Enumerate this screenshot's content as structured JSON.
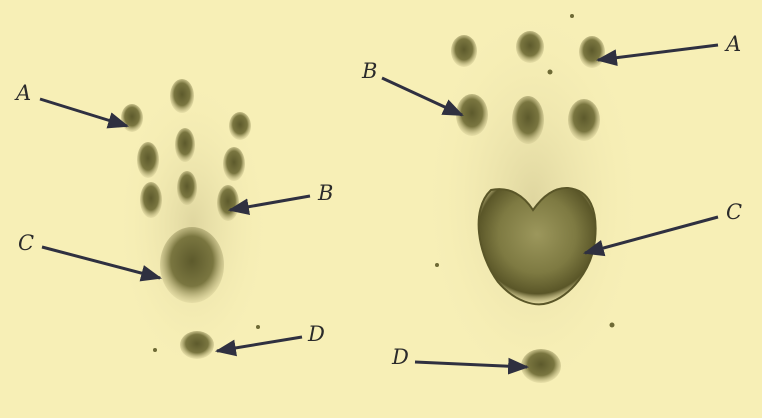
{
  "colors": {
    "paper": "#f7efb6",
    "pad_dark": "#6e6a35",
    "pad_mid": "#8f8a4c",
    "arrow": "#2f3040",
    "label": "#2b2b2b"
  },
  "left_print": {
    "labels": {
      "a": "A",
      "b": "B",
      "c": "C",
      "d": "D"
    }
  },
  "right_print": {
    "labels": {
      "a": "A",
      "b": "B",
      "c": "C",
      "d": "D"
    }
  }
}
